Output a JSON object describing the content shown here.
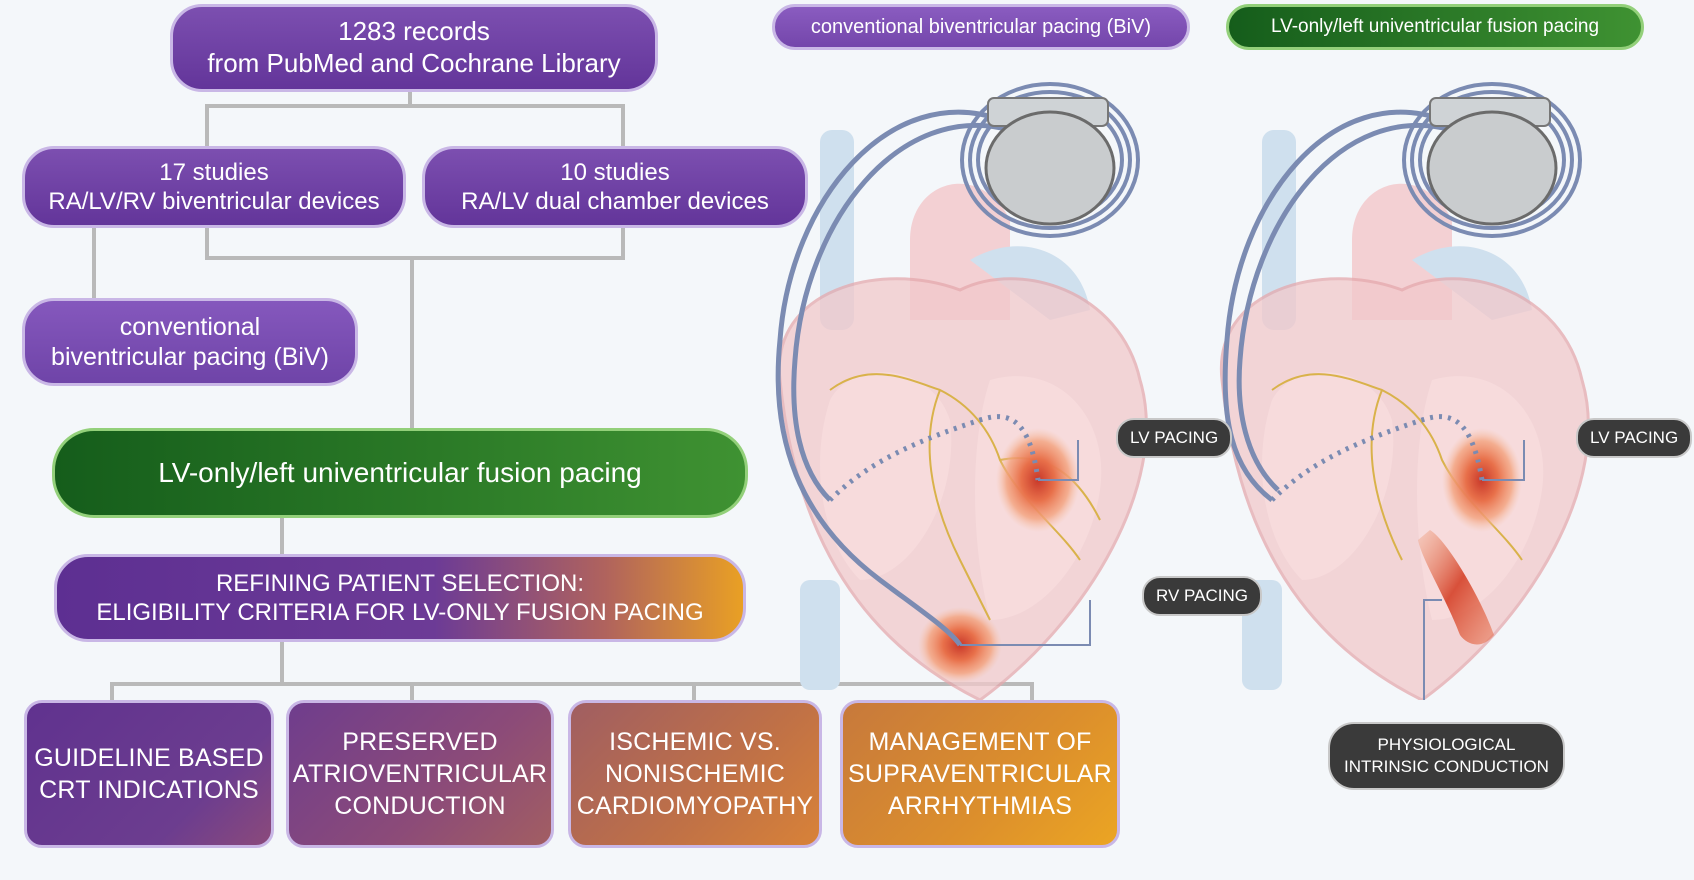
{
  "flow": {
    "records": {
      "line1": "1283 records",
      "line2": "from PubMed and Cochrane Library"
    },
    "biv_devices": {
      "line1": "17 studies",
      "line2": "RA/LV/RV biventricular devices"
    },
    "dual_devices": {
      "line1": "10 studies",
      "line2": "RA/LV dual chamber devices"
    },
    "conventional": {
      "line1": "conventional",
      "line2": "biventricular pacing (BiV)"
    },
    "lv_only": "LV-only/left univentricular fusion pacing",
    "refining": {
      "line1": "REFINING PATIENT SELECTION:",
      "line2": "ELIGIBILITY CRITERIA FOR LV-ONLY FUSION PACING"
    },
    "criteria": [
      {
        "line1": "GUIDELINE BASED",
        "line2": "CRT INDICATIONS",
        "line3": ""
      },
      {
        "line1": "PRESERVED",
        "line2": "ATRIOVENTRICULAR",
        "line3": "CONDUCTION"
      },
      {
        "line1": "ISCHEMIC VS.",
        "line2": "NONISCHEMIC",
        "line3": "CARDIOMYOPATHY"
      },
      {
        "line1": "MANAGEMENT OF",
        "line2": "SUPRAVENTRICULAR",
        "line3": "ARRHYTHMIAS"
      }
    ]
  },
  "panels": {
    "biv_title": "conventional biventricular pacing (BiV)",
    "lv_title": "LV-only/left univentricular fusion pacing",
    "biv_lv_tag": "LV PACING",
    "biv_rv_tag": "RV PACING",
    "lv_lv_tag": "LV PACING",
    "intrinsic": {
      "line1": "PHYSIOLOGICAL",
      "line2": "INTRINSIC CONDUCTION"
    }
  },
  "colors": {
    "purple": "#6a3ca0",
    "green": "#2f7d2a",
    "orange": "#e9a024",
    "lead": "#7b8bb2"
  }
}
